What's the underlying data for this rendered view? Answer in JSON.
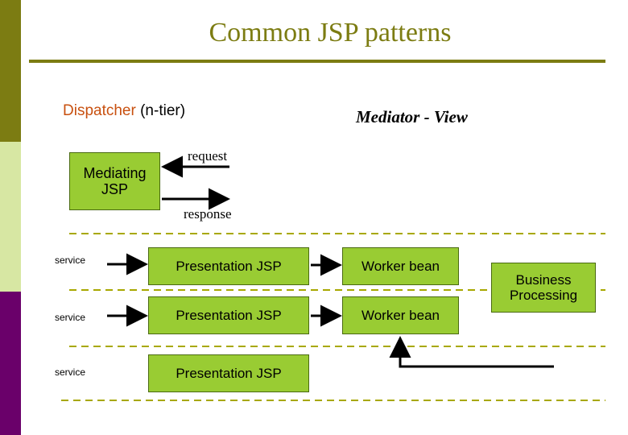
{
  "slide": {
    "title": "Common JSP patterns",
    "accent_color": "#7c7c12",
    "box_color": "#99cc33",
    "headings": {
      "dispatcher": "Dispatcher",
      "dispatcher_sub": " (n-tier)",
      "mediator": "Mediator - View"
    },
    "boxes": {
      "mediating_jsp": "Mediating\nJSP",
      "mediating_jsp_line1": "Mediating",
      "mediating_jsp_line2": "JSP",
      "presentation_jsp_1": "Presentation JSP",
      "presentation_jsp_2": "Presentation JSP",
      "presentation_jsp_3": "Presentation JSP",
      "worker_bean_1": "Worker bean",
      "worker_bean_2": "Worker bean",
      "business_line1": "Business",
      "business_line2": "Processing"
    },
    "labels": {
      "request": "request",
      "response": "response",
      "service_1": "service",
      "service_2": "service",
      "service_3": "service"
    }
  }
}
